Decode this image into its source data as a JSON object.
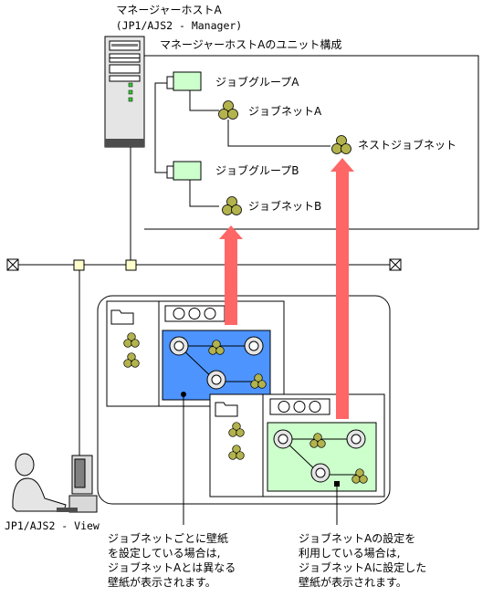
{
  "manager_host": {
    "label_line1": "マネージャーホストA",
    "label_line2": "(JP1/AJS2 - Manager)",
    "unit_config_title": "マネージャーホストAのユニット構成"
  },
  "units": {
    "jobgroup_a": "ジョブグループA",
    "jobnet_a": "ジョブネットA",
    "nested_jobnet": "ネストジョブネット",
    "jobgroup_b": "ジョブグループB",
    "jobnet_b": "ジョブネットB"
  },
  "view_host": {
    "label": "JP1/AJS2 - View"
  },
  "notes": {
    "left": [
      "ジョブネットごとに壁紙",
      "を設定している場合は,",
      "ジョブネットAとは異なる",
      "壁紙が表示されます。"
    ],
    "right": [
      "ジョブネットAの設定を",
      "利用している場合は,",
      "ジョブネットAに設定した",
      "壁紙が表示されます。"
    ]
  },
  "colors": {
    "jobgroup_fill": "#ccffcc",
    "jobnet_fill": "#b3b34d",
    "wallpaper_blue": "#4d94ff",
    "wallpaper_green": "#ccffcc",
    "arrow": "#ff6666",
    "server_body": "#e5e5e5"
  },
  "icons": [
    "server-icon",
    "person-icon",
    "workstation-icon",
    "folder-icon",
    "jobgroup-icon",
    "jobnet-icon"
  ]
}
